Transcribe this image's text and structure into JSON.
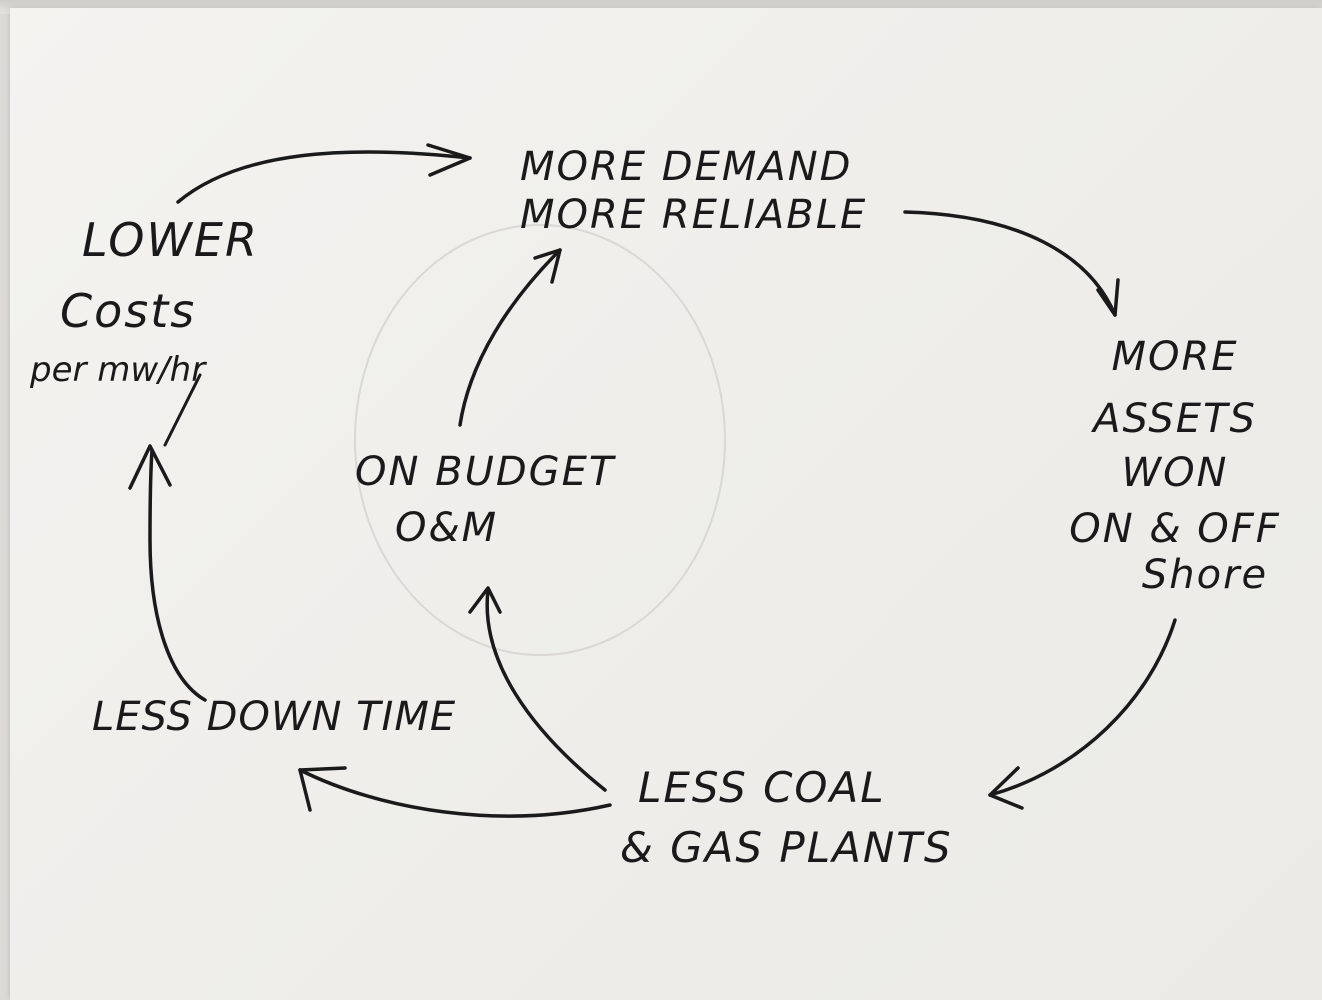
{
  "nodes": {
    "more_demand": {
      "line1": "MORE DEMAND",
      "line2": "MORE RELIABLE"
    },
    "more_assets": {
      "line1": "MORE",
      "line2": "ASSETS",
      "line3": "WON",
      "line4": "ON & OFF",
      "line5": "Shore"
    },
    "less_coal": {
      "line1": "LESS COAL",
      "line2": "& GAS PLANTS"
    },
    "less_downtime": {
      "line1": "LESS DOWN TIME"
    },
    "lower_costs": {
      "line1": "LOWER",
      "line2": "Costs",
      "line3": "per mw/hr"
    },
    "on_budget": {
      "line1": "ON BUDGET",
      "line2": "O&M"
    }
  },
  "colors": {
    "ink": "#1a1a1a",
    "paper": "#f2f1ee"
  }
}
